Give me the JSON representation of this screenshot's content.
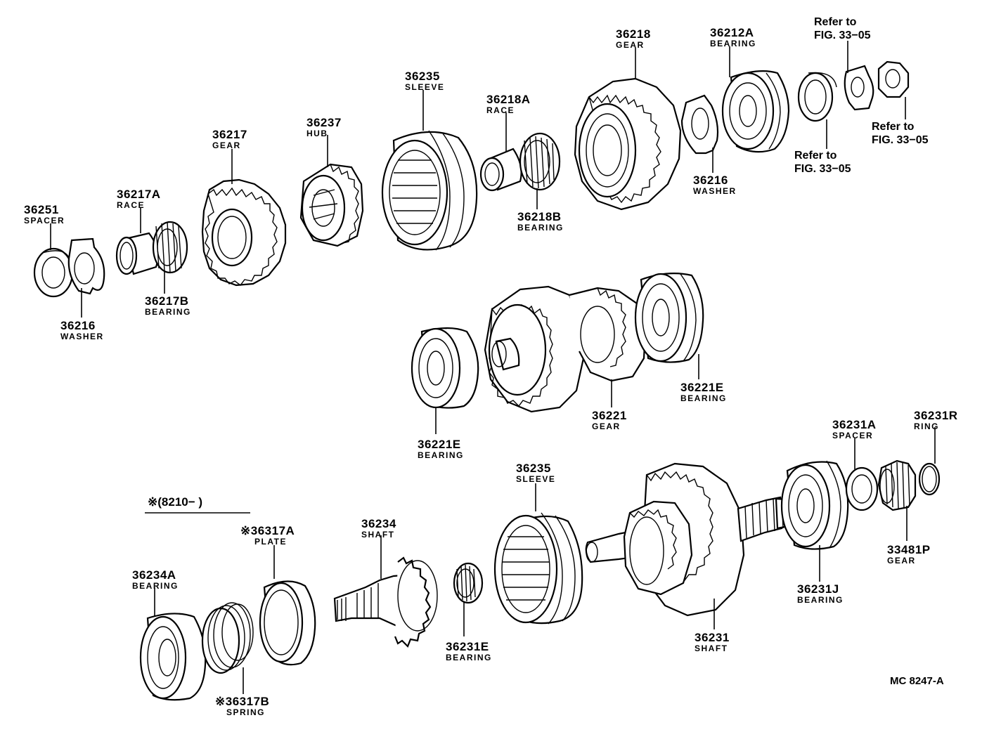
{
  "diagram": {
    "parts": [
      {
        "id": "p-36251",
        "number": "36251",
        "name": "SPACER"
      },
      {
        "id": "p-36216-a",
        "number": "36216",
        "name": "WASHER"
      },
      {
        "id": "p-36217a",
        "number": "36217A",
        "name": "RACE"
      },
      {
        "id": "p-36217b",
        "number": "36217B",
        "name": "BEARING"
      },
      {
        "id": "p-36217",
        "number": "36217",
        "name": "GEAR"
      },
      {
        "id": "p-36237",
        "number": "36237",
        "name": "HUB"
      },
      {
        "id": "p-36235-a",
        "number": "36235",
        "name": "SLEEVE"
      },
      {
        "id": "p-36218a",
        "number": "36218A",
        "name": "RACE"
      },
      {
        "id": "p-36218b",
        "number": "36218B",
        "name": "BEARING"
      },
      {
        "id": "p-36218",
        "number": "36218",
        "name": "GEAR"
      },
      {
        "id": "p-36216-b",
        "number": "36216",
        "name": "WASHER"
      },
      {
        "id": "p-36212a",
        "number": "36212A",
        "name": "BEARING"
      },
      {
        "id": "p-36221e-a",
        "number": "36221E",
        "name": "BEARING"
      },
      {
        "id": "p-36221",
        "number": "36221",
        "name": "GEAR"
      },
      {
        "id": "p-36221e-b",
        "number": "36221E",
        "name": "BEARING"
      },
      {
        "id": "p-36317a",
        "number": "※36317A",
        "name": "PLATE"
      },
      {
        "id": "p-36234",
        "number": "36234",
        "name": "SHAFT"
      },
      {
        "id": "p-36234a",
        "number": "36234A",
        "name": "BEARING"
      },
      {
        "id": "p-36317b",
        "number": "※36317B",
        "name": "SPRING"
      },
      {
        "id": "p-36231e",
        "number": "36231E",
        "name": "BEARING"
      },
      {
        "id": "p-36235-b",
        "number": "36235",
        "name": "SLEEVE"
      },
      {
        "id": "p-36231",
        "number": "36231",
        "name": "SHAFT"
      },
      {
        "id": "p-36231j",
        "number": "36231J",
        "name": "BEARING"
      },
      {
        "id": "p-36231a",
        "number": "36231A",
        "name": "SPACER"
      },
      {
        "id": "p-36231r",
        "number": "36231R",
        "name": "RING"
      },
      {
        "id": "p-33481p",
        "number": "33481P",
        "name": "GEAR"
      }
    ],
    "references": [
      {
        "line1": "Refer to",
        "line2": "FIG. 33−05"
      },
      {
        "line1": "Refer to",
        "line2": "FIG. 33−05"
      },
      {
        "line1": "Refer to",
        "line2": "FIG. 33−05"
      }
    ],
    "applicability_note": "※(8210−        )",
    "figure_code": "MC 8247-A"
  }
}
